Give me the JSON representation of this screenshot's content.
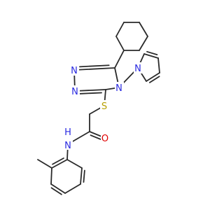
{
  "molecule": {
    "atom_labels": {
      "n1": "N",
      "n2": "N",
      "n4": "N",
      "n_pyrrole": "N",
      "s": "S",
      "o": "O",
      "nh": "N",
      "h": "H"
    },
    "colors": {
      "bond": "#2a2a2a",
      "nitrogen": "#2a2ae0",
      "sulfur": "#b8a000",
      "oxygen": "#e00000"
    }
  }
}
